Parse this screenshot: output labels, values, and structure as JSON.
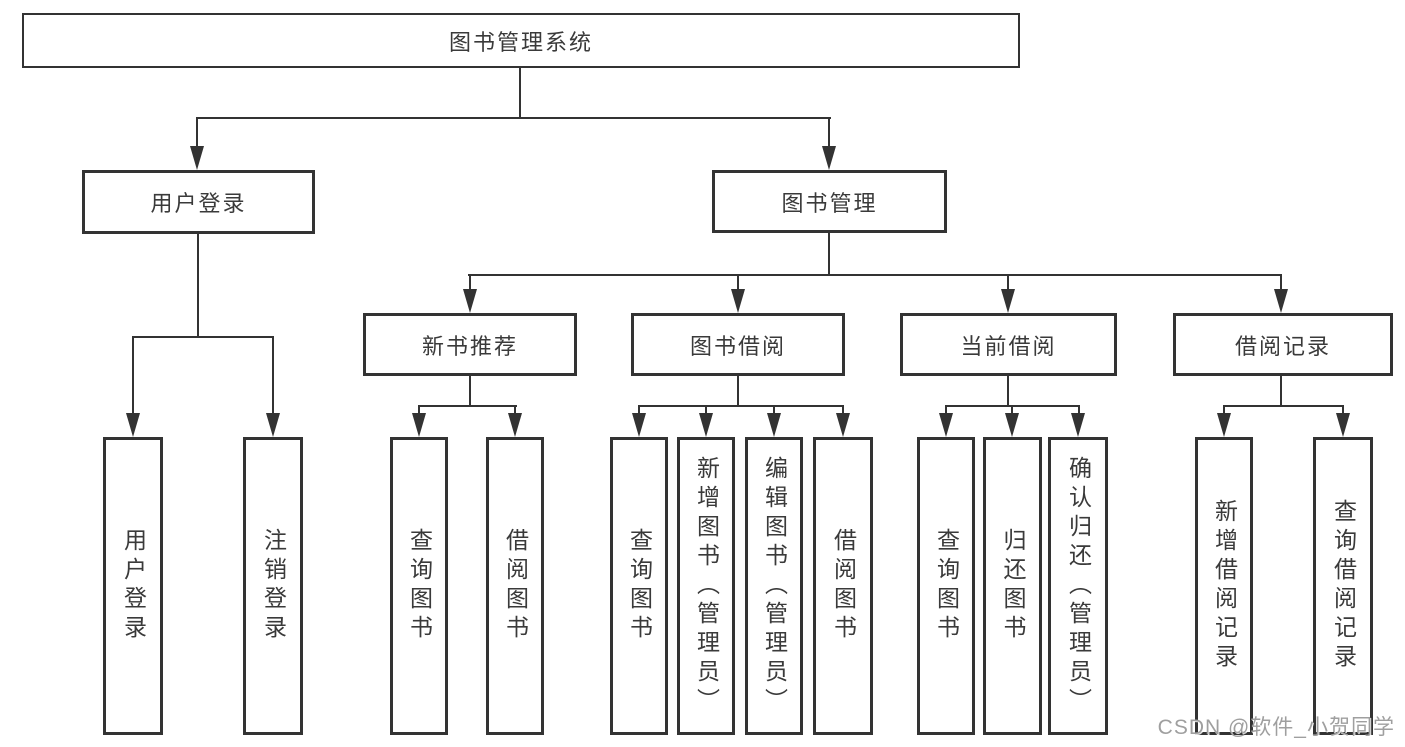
{
  "page": {
    "watermark": "CSDN @软件_小贺同学",
    "colors": {
      "line": "#333333",
      "text": "#3a3a3a",
      "box_background": "#ffffff",
      "watermark": "#9f9f9f"
    }
  },
  "tree": {
    "label": "图书管理系统",
    "children": [
      {
        "label": "用户登录",
        "children": [
          {
            "label": "用户登录"
          },
          {
            "label": "注销登录"
          }
        ]
      },
      {
        "label": "图书管理",
        "children": [
          {
            "label": "新书推荐",
            "children": [
              {
                "label": "查询图书"
              },
              {
                "label": "借阅图书"
              }
            ]
          },
          {
            "label": "图书借阅",
            "children": [
              {
                "label": "查询图书"
              },
              {
                "label": "新增图书（管理员）"
              },
              {
                "label": "编辑图书（管理员）"
              },
              {
                "label": "借阅图书"
              }
            ]
          },
          {
            "label": "当前借阅",
            "children": [
              {
                "label": "查询图书"
              },
              {
                "label": "归还图书"
              },
              {
                "label": "确认归还（管理员）"
              }
            ]
          },
          {
            "label": "借阅记录",
            "children": [
              {
                "label": "新增借阅记录"
              },
              {
                "label": "查询借阅记录"
              }
            ]
          }
        ]
      }
    ]
  }
}
